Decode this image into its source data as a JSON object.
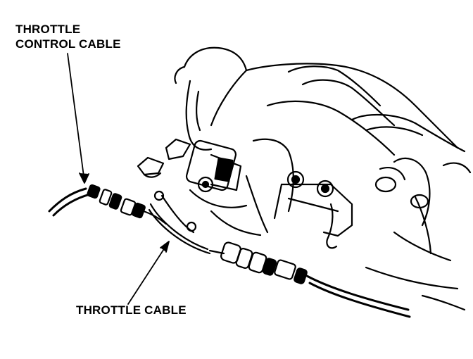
{
  "callouts": {
    "throttle_control_cable": {
      "line1": "THROTTLE",
      "line2": "CONTROL CABLE"
    },
    "throttle_cable": "THROTTLE CABLE"
  },
  "colors": {
    "ink": "#000000",
    "paper": "#ffffff"
  }
}
